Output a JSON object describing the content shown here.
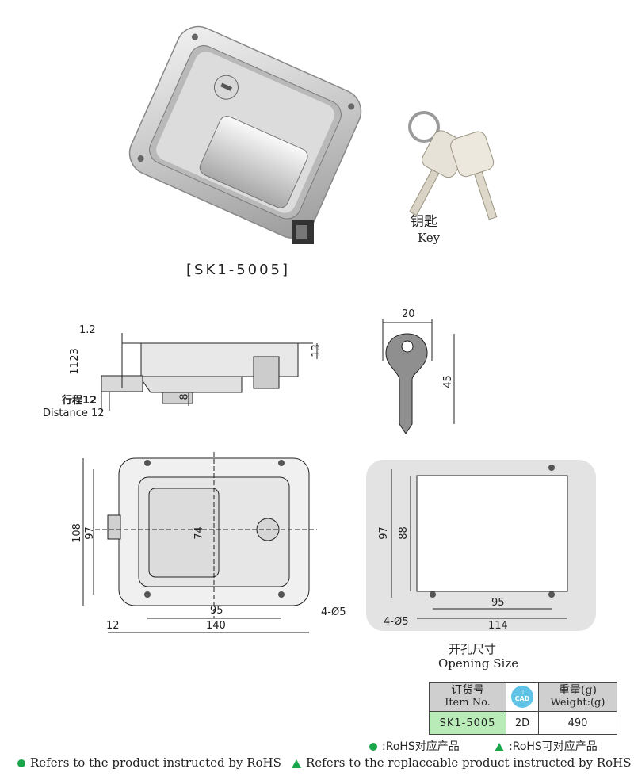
{
  "product": {
    "model_label": "[SK1-5005]",
    "key_cn": "钥匙",
    "key_en": "Key"
  },
  "side_view": {
    "dim_1_2": "1.2",
    "dim_11": "11",
    "dim_23": "23",
    "dim_13": "13",
    "dim_8": "8",
    "travel_cn": "行程12",
    "travel_en": "Distance 12"
  },
  "key_view": {
    "dim_20": "20",
    "dim_45": "45"
  },
  "front_view": {
    "dim_108": "108",
    "dim_97": "97",
    "dim_74": "74",
    "dim_95": "95",
    "dim_140": "140",
    "dim_12": "12",
    "holes": "4-Ø5"
  },
  "opening": {
    "dim_97": "97",
    "dim_88": "88",
    "dim_95": "95",
    "dim_114": "114",
    "holes": "4-Ø5",
    "title_cn": "开孔尺寸",
    "title_en": "Opening Size"
  },
  "order_table": {
    "item_cn": "订货号",
    "item_en": "Item No.",
    "cad_label": "CAD",
    "weight_cn": "重量(g)",
    "weight_en": "Weight:(g)",
    "item_value": "SK1-5005",
    "cad_value": "2D",
    "weight_value": "490"
  },
  "legend": {
    "rohs_cn": ":RoHS对应产品",
    "rohs_replace_cn": ":RoHS可对应产品",
    "rohs_en": "Refers to the product instructed by RoHS",
    "rohs_replace_en": "Refers to the replaceable product instructed by RoHS"
  },
  "colors": {
    "rohs_green": "#1aa64a",
    "table_header_gray": "#cfcfcf",
    "item_cell_green": "#b9ebb9",
    "cad_badge_blue": "#5fc3e8"
  }
}
